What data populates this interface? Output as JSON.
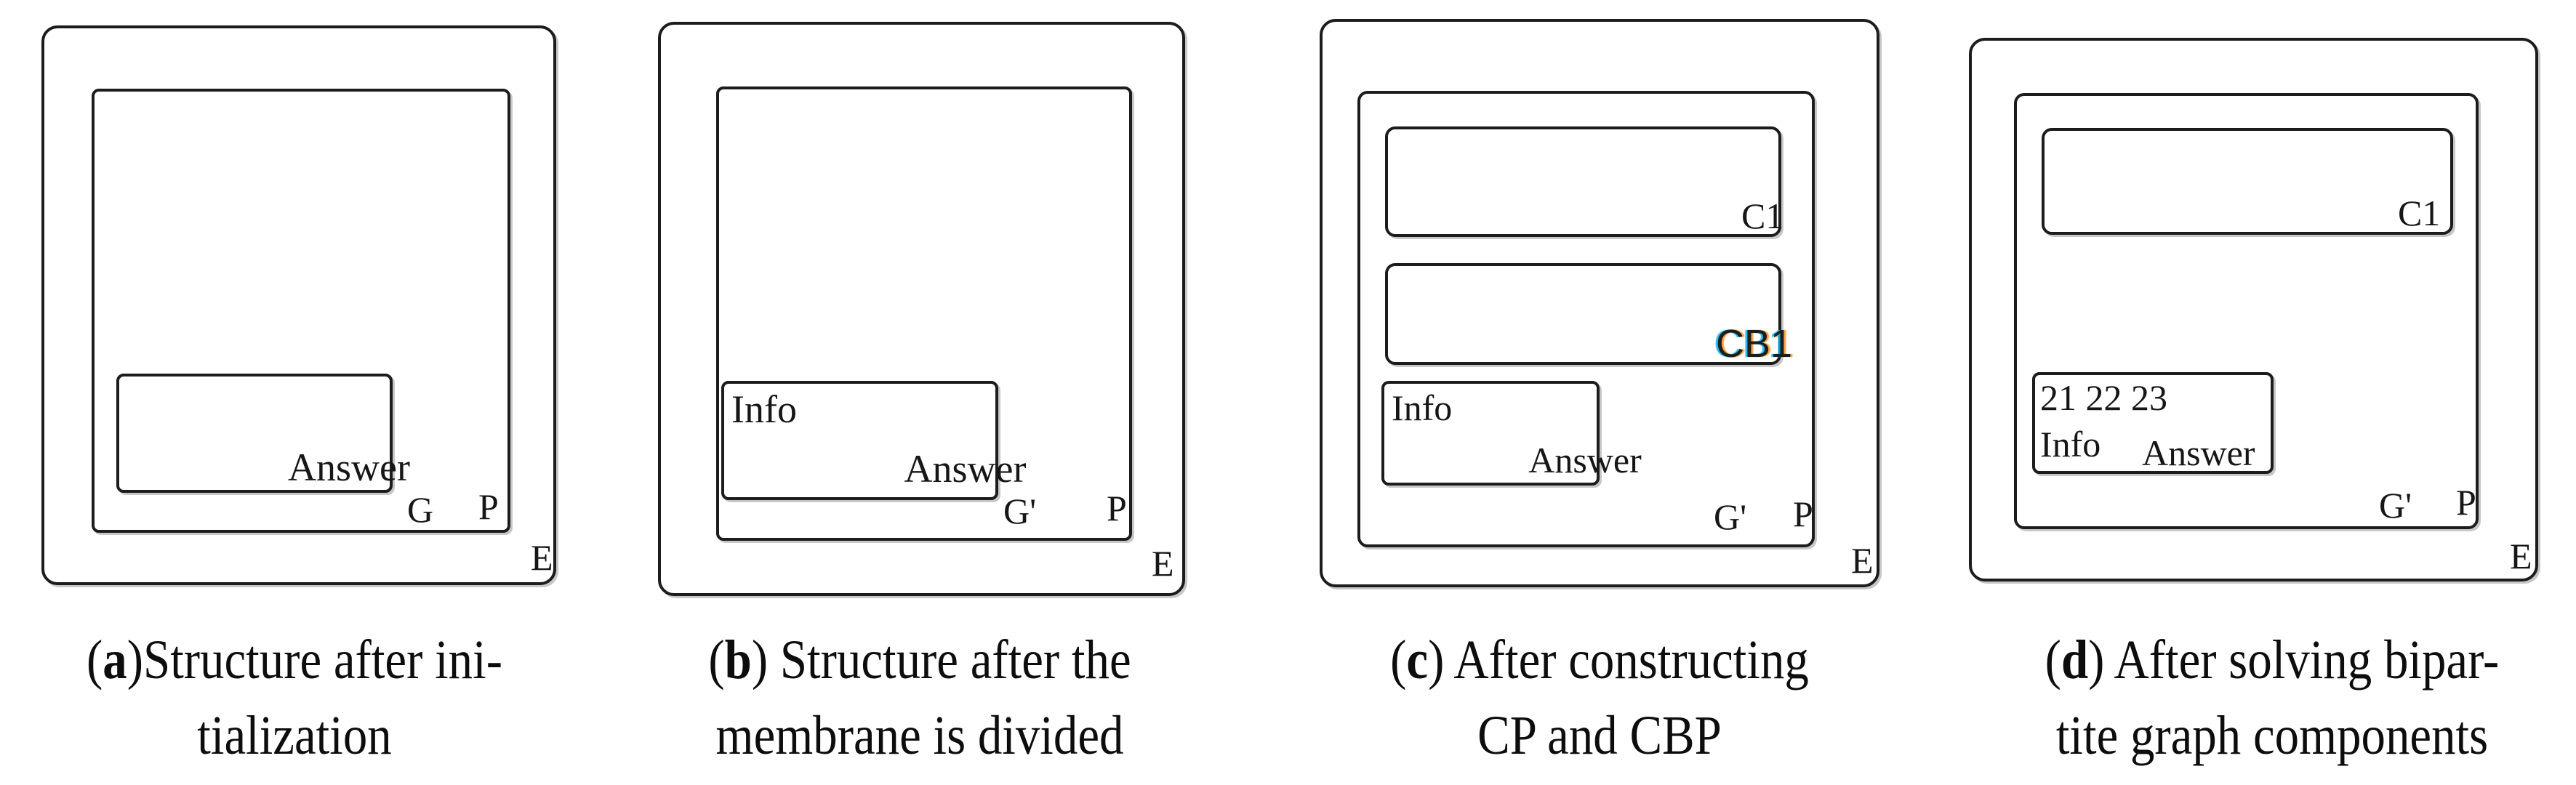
{
  "figure": {
    "background": "#ffffff",
    "stroke_color": "#1c1c1c",
    "cb1_fringe_left": "#00aeef",
    "cb1_fringe_right": "#f7941d",
    "panels": [
      {
        "key": "a",
        "labels": {
          "env": "E",
          "skin": "P",
          "cell": "G"
        },
        "objects": {
          "answer": "Answer"
        },
        "caption": {
          "open": "(",
          "letter": "a",
          "close": ")",
          "line1": "Structure after ini-",
          "line2": "tialization"
        }
      },
      {
        "key": "b",
        "labels": {
          "env": "E",
          "skin": "P",
          "cell": "G'"
        },
        "objects": {
          "info": "Info",
          "answer": "Answer"
        },
        "caption": {
          "open": "(",
          "letter": "b",
          "close": ") ",
          "line1": "Structure after the",
          "line2": "membrane is divided"
        }
      },
      {
        "key": "c",
        "labels": {
          "env": "E",
          "skin": "P",
          "cell": "G'",
          "c1": "C1",
          "cb1": "CB1"
        },
        "objects": {
          "info": "Info",
          "answer": "Answer"
        },
        "caption": {
          "open": "(",
          "letter": "c",
          "close": ") ",
          "line1": "After constructing",
          "line2": "CP and CBP"
        }
      },
      {
        "key": "d",
        "labels": {
          "env": "E",
          "skin": "P",
          "cell": "G'",
          "c1": "C1"
        },
        "objects": {
          "numbers": "21 22 23",
          "info": "Info",
          "answer": "Answer"
        },
        "caption": {
          "open": "(",
          "letter": "d",
          "close": ") ",
          "line1": "After solving bipar-",
          "line2": "tite graph components"
        }
      }
    ]
  }
}
